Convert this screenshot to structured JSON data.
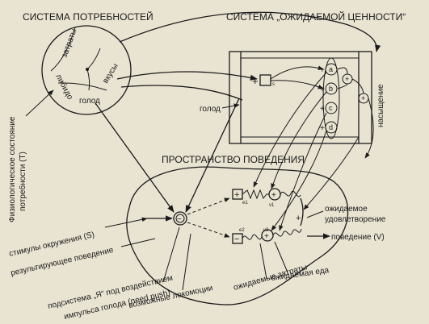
{
  "titles": {
    "needs": "СИСТЕМА ПОТРЕБНОСТЕЙ",
    "expected": "СИСТЕМА „ОЖИДАЕМОЙ ЦЕННОСТИ“",
    "behavior": "ПРОСТРАНСТВО ПОВЕДЕНИЯ"
  },
  "needs_circle": {
    "costs": "затраты",
    "libido": "либидо",
    "tastes": "вкусы",
    "hunger": "голод"
  },
  "labels": {
    "physio_state": "Физиологическое состояние",
    "need_T": "потребности (T)",
    "hunger_arrow": "голод",
    "saturation": "насыщение",
    "stimuli": "стимулы окружения (S)",
    "resulting_behavior": "результирующее поведение",
    "subsystem": "подсистема „Я“ под воздействием",
    "hunger_impulse": "импульса голода (need push)",
    "possible_locomotion": "возможные локомоции",
    "expected_costs": "ожидаемые затраты",
    "expected_food": "ожидаемая еда",
    "behavior_V": "поведение (V)",
    "expected": "ожидаемое",
    "satisfaction": "удовлетворение"
  },
  "node_letters": [
    "a",
    "b",
    "c",
    "d"
  ],
  "subscripts": {
    "top_e1": "e1",
    "top_v1": "v1",
    "bot_e2": "e2",
    "bot_v2": "v2",
    "box_s": "s"
  },
  "signs": {
    "plus": "+",
    "minus": "−"
  }
}
